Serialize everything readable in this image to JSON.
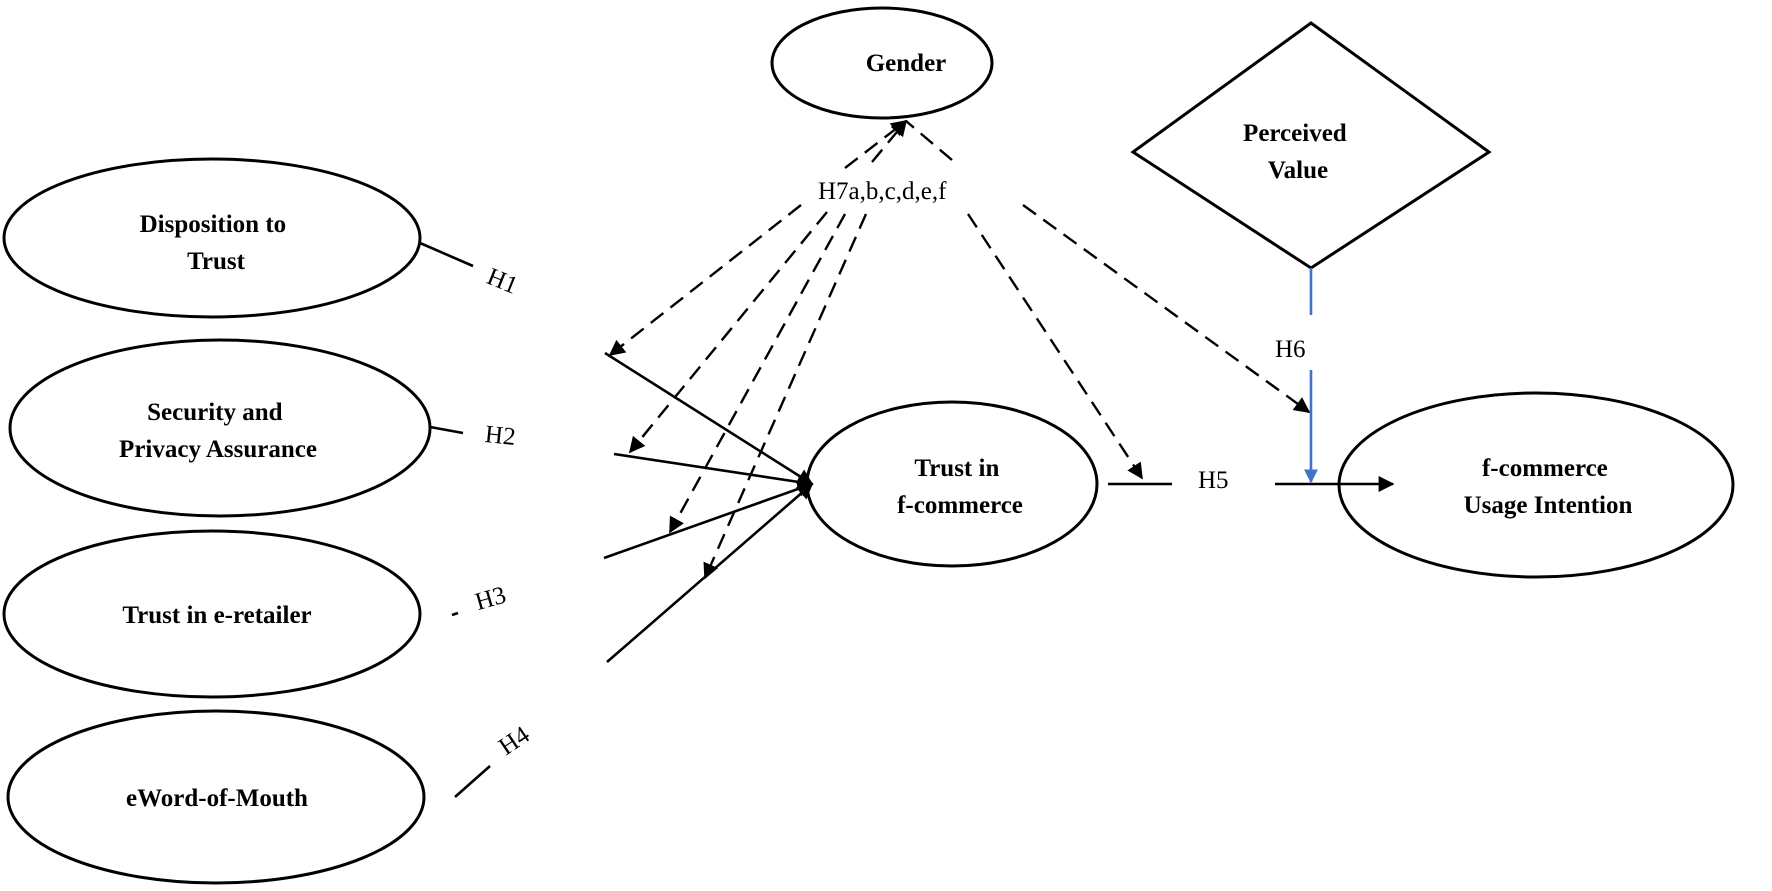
{
  "diagram": {
    "nodes": {
      "gender": {
        "lines": [
          "Gender"
        ]
      },
      "perceived_value": {
        "lines": [
          "Perceived",
          "Value"
        ]
      },
      "disposition_to_trust": {
        "lines": [
          "Disposition to",
          "Trust"
        ]
      },
      "security_privacy": {
        "lines": [
          "Security and",
          "Privacy Assurance"
        ]
      },
      "trust_eretailer": {
        "lines": [
          "Trust in e-retailer"
        ]
      },
      "eword_of_mouth": {
        "lines": [
          "eWord-of-Mouth"
        ]
      },
      "trust_fcommerce": {
        "lines": [
          "Trust in",
          "f-commerce"
        ]
      },
      "usage_intention": {
        "lines": [
          "f-commerce",
          "Usage Intention"
        ]
      }
    },
    "hypotheses": {
      "h1": "H1",
      "h2": "H2",
      "h3": "H3",
      "h4": "H4",
      "h5": "H5",
      "h6": "H6",
      "h7": "H7a,b,c,d,e,f"
    },
    "colors": {
      "line": "#000000",
      "moderation_line": "#4472c4",
      "background": "#ffffff"
    }
  }
}
